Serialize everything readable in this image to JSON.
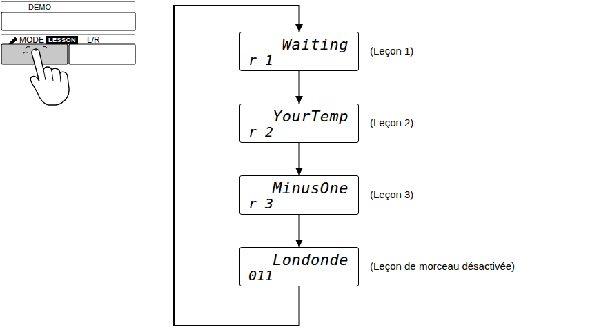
{
  "diagram": {
    "nodes": [
      {
        "text": [
          "Waiting",
          "r 1"
        ]
      },
      {
        "text": [
          "YourTemp",
          "r 2"
        ]
      },
      {
        "text": [
          "MinusOne",
          "r 3"
        ]
      },
      {
        "text": [
          "Londonde",
          "011"
        ]
      }
    ],
    "edges": [
      {
        "from": 0,
        "to": 1,
        "arrow": "to"
      },
      {
        "from": 1,
        "to": 2,
        "arrow": "to"
      },
      {
        "from": 2,
        "to": 3,
        "arrow": "to"
      },
      {
        "from": 3,
        "to": 0,
        "arrow": "to"
      }
    ],
    "labels": [
      "DEMO",
      "MODE",
      "LESSON",
      "L/R",
      "(Leçon 1)",
      "(Leçon 2)",
      "(Leçon 3)",
      "(Leçon de morceau désactivée)"
    ]
  }
}
